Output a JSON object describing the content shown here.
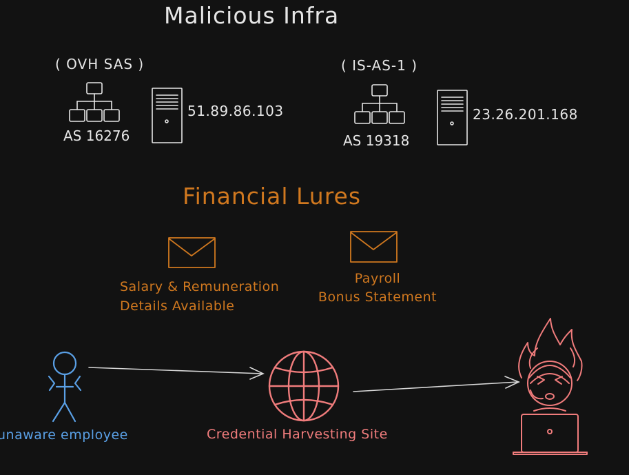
{
  "colors": {
    "background": "#121212",
    "text": "#e6e6e6",
    "orange": "#d0781f",
    "blue": "#5aa0e6",
    "red": "#f07c7c",
    "arrow": "#d8d8d8"
  },
  "header": {
    "title": "Malicious Infra"
  },
  "infra": [
    {
      "provider": "( OVH SAS )",
      "asn": "AS 16276",
      "ip": "51.89.86.103",
      "icons": [
        "network-icon",
        "server-icon"
      ]
    },
    {
      "provider": "( IS-AS-1 )",
      "asn": "AS 19318",
      "ip": "23.26.201.168",
      "icons": [
        "network-icon",
        "server-icon"
      ]
    }
  ],
  "lures": {
    "title": "Financial Lures",
    "items": [
      {
        "icon": "envelope-icon",
        "line1": "Salary & Remuneration",
        "line2": "Details Available"
      },
      {
        "icon": "envelope-icon",
        "line1": "Payroll",
        "line2": "Bonus Statement"
      }
    ]
  },
  "flow": {
    "victim": {
      "icon": "stick-figure-icon",
      "label": "unaware employee"
    },
    "site": {
      "icon": "globe-icon",
      "label": "Credential Harvesting Site"
    },
    "attacker": {
      "icon": "angry-hacker-icon"
    }
  }
}
